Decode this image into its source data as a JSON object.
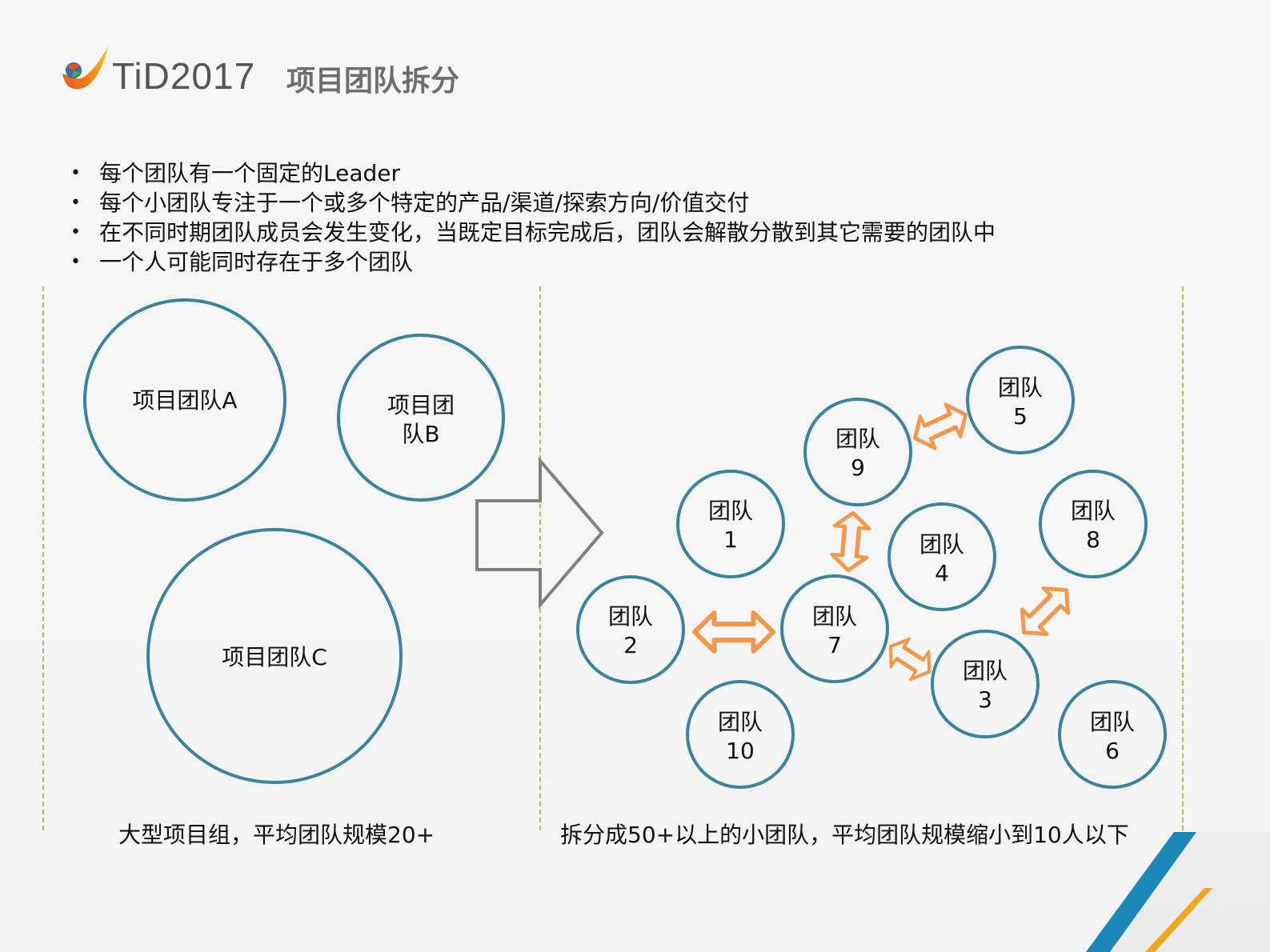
{
  "header": {
    "brand": "TiD2017",
    "title": "项目团队拆分"
  },
  "bullets": [
    "每个团队有一个固定的Leader",
    "每个小团队专注于一个或多个特定的产品/渠道/探索方向/价值交付",
    "在不同时期团队成员会发生变化，当既定目标完成后，团队会解散分散到其它需要的团队中",
    "一个人可能同时存在于多个团队"
  ],
  "left_panel": {
    "caption": "大型项目组，平均团队规模20+",
    "teams": [
      {
        "id": "A",
        "lines": [
          "项目团队A"
        ]
      },
      {
        "id": "B",
        "lines": [
          "项目团",
          "队B"
        ]
      },
      {
        "id": "C",
        "lines": [
          "项目团队C"
        ]
      }
    ]
  },
  "right_panel": {
    "caption": "拆分成50+以上的小团队，平均团队规模缩小到10人以下",
    "teams": [
      {
        "id": "1",
        "lines": [
          "团队",
          "1"
        ]
      },
      {
        "id": "2",
        "lines": [
          "团队",
          "2"
        ]
      },
      {
        "id": "3",
        "lines": [
          "团队",
          "3"
        ]
      },
      {
        "id": "4",
        "lines": [
          "团队",
          "4"
        ]
      },
      {
        "id": "5",
        "lines": [
          "团队",
          "5"
        ]
      },
      {
        "id": "6",
        "lines": [
          "团队",
          "6"
        ]
      },
      {
        "id": "7",
        "lines": [
          "团队",
          "7"
        ]
      },
      {
        "id": "8",
        "lines": [
          "团队",
          "8"
        ]
      },
      {
        "id": "9",
        "lines": [
          "团队",
          "9"
        ]
      },
      {
        "id": "10",
        "lines": [
          "团队",
          "10"
        ]
      }
    ],
    "links": [
      {
        "from": "2",
        "to": "7"
      },
      {
        "from": "9",
        "to": "5"
      },
      {
        "from": "9",
        "to": "7"
      },
      {
        "from": "7",
        "to": "3"
      },
      {
        "from": "3",
        "to": "8"
      }
    ]
  },
  "icons": {
    "transition_arrow": "right-arrow-icon",
    "link_arrow": "double-arrow-icon"
  },
  "colors": {
    "circle_stroke": "#3a859c",
    "link_arrow": "#f5974a",
    "transition_arrow": "#808080",
    "divider": "#a7c35a",
    "title": "#6e6e6e",
    "deco_blue": "#1c87b9",
    "deco_orange": "#f0a71f"
  }
}
